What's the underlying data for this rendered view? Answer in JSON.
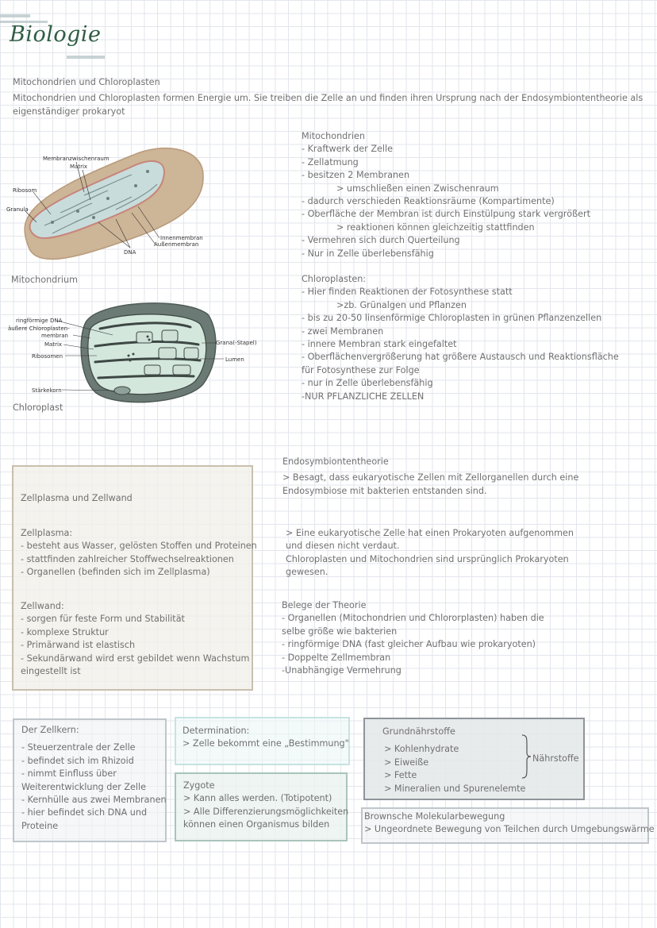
{
  "header": {
    "title": "Biologie"
  },
  "intro": {
    "heading": "Mitochondrien und Chloroplasten",
    "lines": [
      "Mitochondrien und Chloroplasten formen Energie um. Sie treiben die Zelle an und finden ihren Ursprung nach der Endosymbiontentheorie als",
      "eigenständiger prokaryot"
    ]
  },
  "mito_figure": {
    "caption": "Mitochondrium",
    "labels": {
      "intermembrane": "Membranzwischenraum",
      "matrix": "Matrix",
      "ribosome": "Ribosom",
      "granula": "Granula",
      "inner": "Innenmembran",
      "outer": "Außenmembran",
      "dna": "DNA"
    }
  },
  "mito_notes": {
    "heading": "Mitochondrien",
    "lines": [
      "- Kraftwerk der Zelle",
      "- Zellatmung",
      "- besitzen 2 Membranen",
      "> umschließen einen Zwischenraum",
      "- dadurch verschieden Reaktionsräume (Kompartimente)",
      "- Oberfläche der Membran ist durch Einstülpung stark vergrößert",
      "> reaktionen können gleichzeitig stattfinden",
      "- Vermehren sich durch Querteilung",
      "- Nur in Zelle überlebensfähig"
    ]
  },
  "chloro_figure": {
    "caption": "Chloroplast",
    "labels": {
      "dna": "ringförmige DNA",
      "outer1": "äußere Chloroplasten-",
      "outer2": "membran",
      "matrix": "Matrix",
      "ribosomes": "Ribosomen",
      "starch": "Stärkekorn",
      "grana": "Grana(-Stapel)",
      "lumen": "Lumen"
    }
  },
  "chloro_notes": {
    "heading": "Chloroplasten:",
    "lines": [
      "- Hier finden Reaktionen der Fotosynthese statt",
      ">zb. Grünalgen und Pflanzen",
      "- bis zu 20-50 linsenförmige Chloroplasten in grünen Pflanzenzellen",
      "- zwei Membranen",
      "- innere Membran stark eingefaltet",
      "- Oberflächenvergrößerung hat größere Austausch und Reaktionsfläche",
      "für Fotosynthese zur Folge",
      "- nur in Zelle überlebensfähig",
      "-NUR PFLANZLICHE ZELLEN"
    ]
  },
  "zellplasma_box": {
    "heading": "Zellplasma und Zellwand",
    "plasma_heading": "Zellplasma:",
    "plasma_lines": [
      "- besteht aus Wasser, gelösten Stoffen und Proteinen",
      "- stattfinden zahlreicher Stoffwechselreaktionen",
      "- Organellen (befinden sich im Zellplasma)"
    ],
    "wand_heading": "Zellwand:",
    "wand_lines": [
      "- sorgen für feste Form und Stabilität",
      "- komplexe Struktur",
      "- Primärwand ist elastisch",
      "- Sekundärwand wird erst gebildet wenn Wachstum",
      "eingestellt ist"
    ]
  },
  "endo": {
    "heading": "Endosymbiontentheorie",
    "para1": [
      "> Besagt, dass eukaryotische Zellen mit Zellorganellen durch eine",
      "Endosymbiose mit bakterien entstanden sind."
    ],
    "para2": [
      "> Eine eukaryotische Zelle hat einen Prokaryoten aufgenommen",
      "und diesen nicht verdaut.",
      "Chloroplasten und Mitochondrien sind ursprünglich Prokaryoten",
      "gewesen."
    ],
    "belege_heading": "Belege der Theorie",
    "belege_lines": [
      "- Organellen (Mitochondrien und Chlororplasten) haben die",
      "selbe größe wie bakterien",
      "- ringförmige DNA (fast gleicher Aufbau wie prokaryoten)",
      "- Doppelte Zellmembran",
      "-Unabhängige Vermehrung"
    ]
  },
  "zellkern": {
    "heading": "Der Zellkern:",
    "lines": [
      "- Steuerzentrale der Zelle",
      "- befindet sich im Rhizoid",
      "- nimmt Einfluss über",
      "Weiterentwicklung der Zelle",
      "- Kernhülle aus zwei Membranen",
      "- hier befindet sich DNA und",
      "Proteine"
    ]
  },
  "determination": {
    "heading": "Determination:",
    "line": "> Zelle bekommt eine „Bestimmung\""
  },
  "zygote": {
    "heading": "Zygote",
    "lines": [
      "> Kann alles werden. (Totipotent)",
      "> Alle Differenzierungsmöglichkeiten",
      "können einen Organismus bilden"
    ]
  },
  "grund": {
    "heading": "Grundnährstoffe",
    "items": [
      "> Kohlenhydrate",
      "> Eiweiße",
      "> Fette",
      "> Mineralien und Spurenelemte"
    ],
    "brace_label": "Nährstoffe"
  },
  "brown": {
    "heading": "Brownsche Molekularbewegung",
    "line": "> Ungeordnete Bewegung von Teilchen durch Umgebungswärme"
  }
}
